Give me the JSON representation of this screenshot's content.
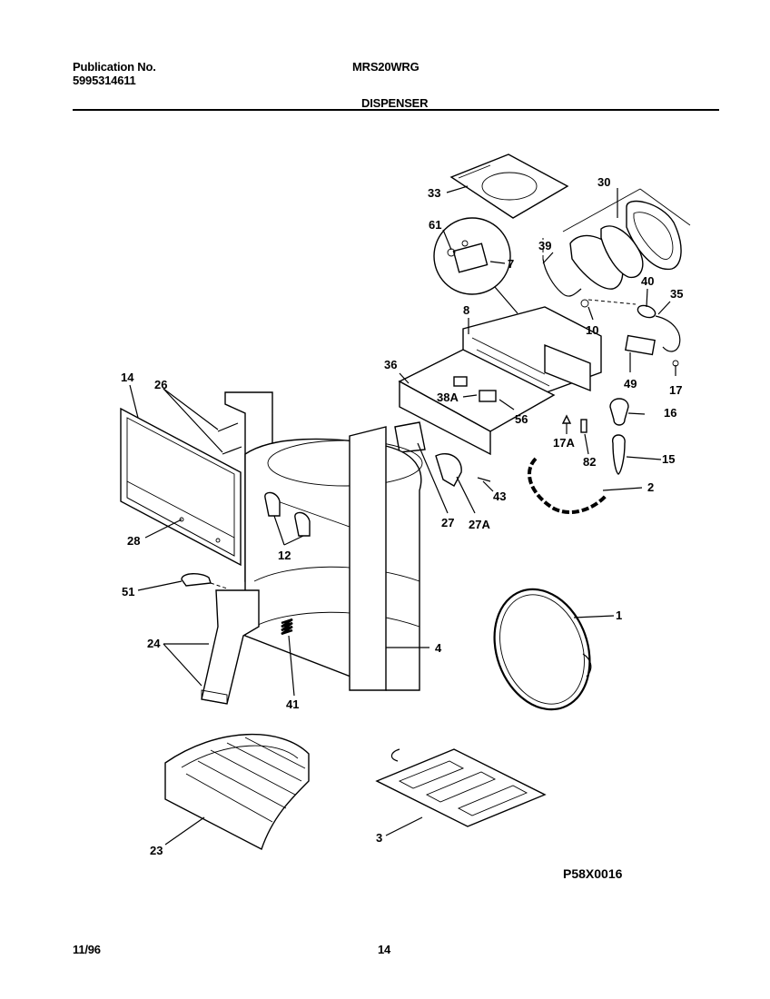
{
  "header": {
    "publication_label": "Publication No.",
    "publication_number": "5995314611",
    "model": "MRS20WRG",
    "section": "DISPENSER"
  },
  "footer": {
    "date": "11/96",
    "page": "14"
  },
  "figure_code": "P58X0016",
  "callouts": [
    "33",
    "30",
    "61",
    "39",
    "7",
    "40",
    "35",
    "8",
    "10",
    "36",
    "49",
    "17",
    "38A",
    "56",
    "16",
    "17A",
    "82",
    "15",
    "14",
    "26",
    "27",
    "27A",
    "43",
    "2",
    "28",
    "12",
    "51",
    "1",
    "24",
    "4",
    "41",
    "23",
    "3"
  ]
}
